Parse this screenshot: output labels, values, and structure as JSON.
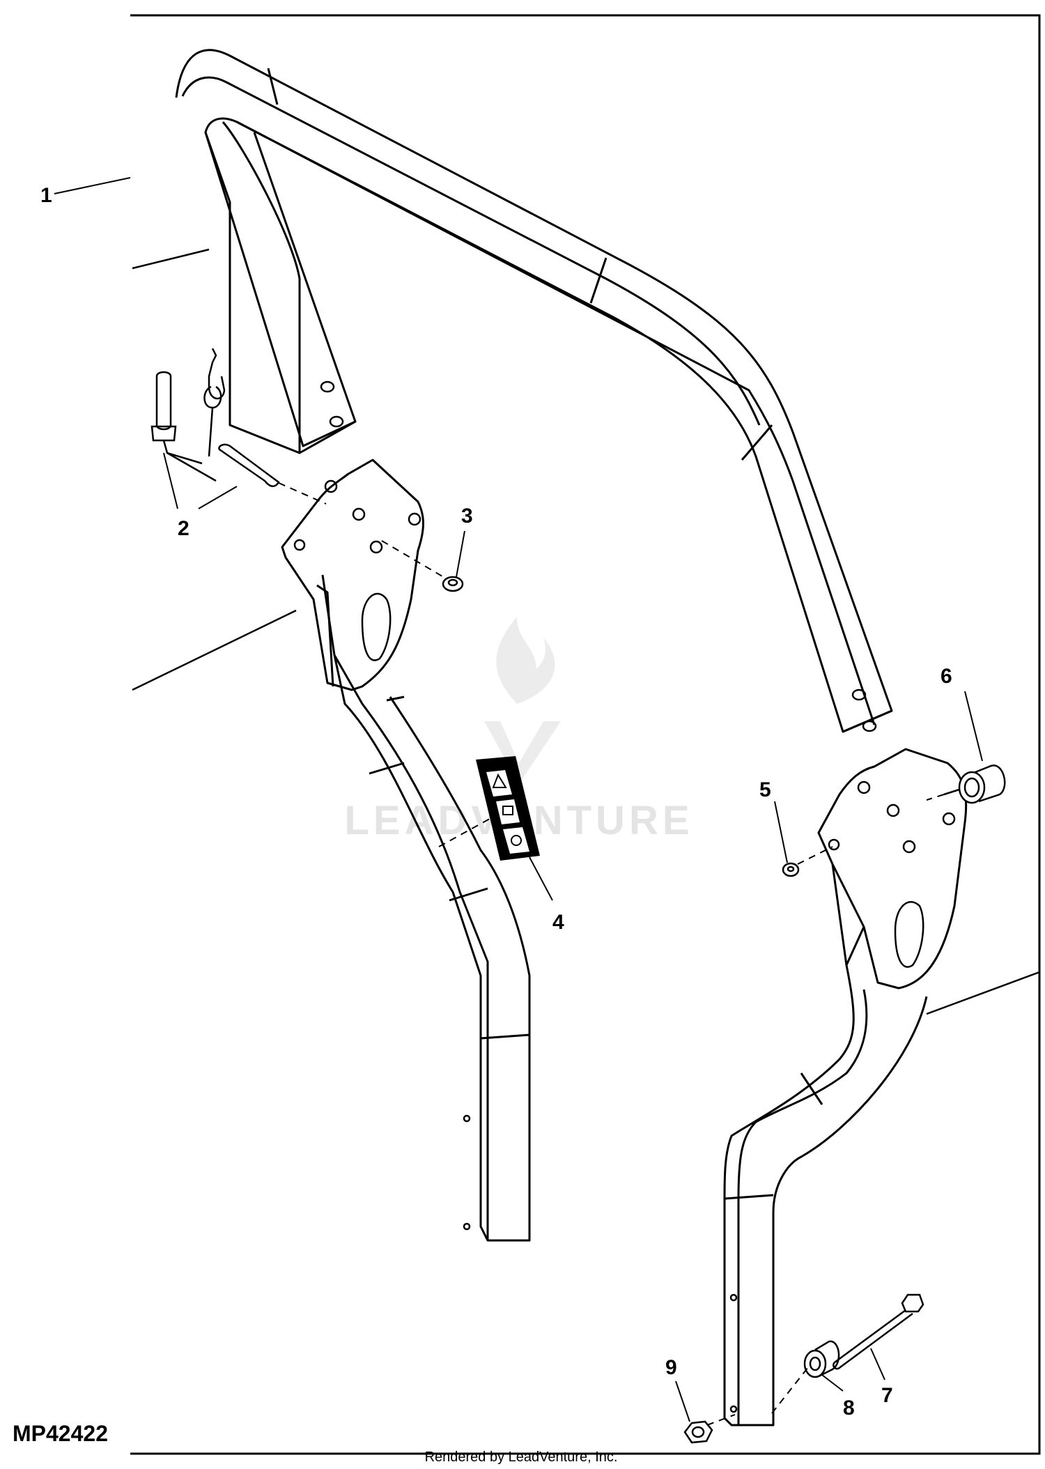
{
  "diagram": {
    "drawing_id": "MP42422",
    "credit": "Rendered by LeadVenture, Inc.",
    "watermark": "LEADVENTURE",
    "callouts": [
      "1",
      "2",
      "3",
      "4",
      "5",
      "6",
      "7",
      "8",
      "9"
    ]
  }
}
